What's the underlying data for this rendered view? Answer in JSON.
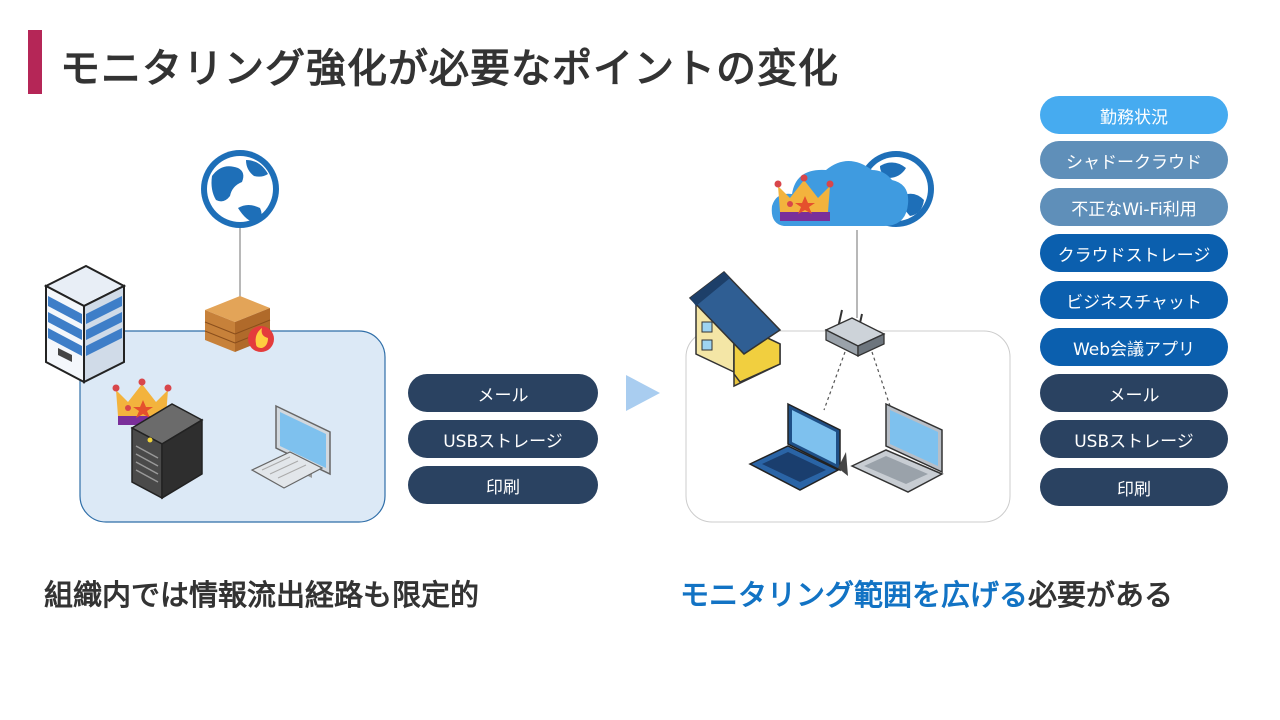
{
  "title": "モニタリング強化が必要なポイントの変化",
  "colors": {
    "accent_bar": "#b52657",
    "dark_pill": "#2a4261",
    "highlight_text": "#1273c4"
  },
  "left_tags": [
    {
      "label": "メール"
    },
    {
      "label": "USBストレージ"
    },
    {
      "label": "印刷"
    }
  ],
  "right_tags": [
    {
      "label": "勤務状況",
      "color": "#46abf0"
    },
    {
      "label": "シャドークラウド",
      "color": "#5f8fb9"
    },
    {
      "label": "不正なWi-Fi利用",
      "color": "#5f8fb9"
    },
    {
      "label": "クラウドストレージ",
      "color": "#0b5fae"
    },
    {
      "label": "ビジネスチャット",
      "color": "#0b5fae"
    },
    {
      "label": "Web会議アプリ",
      "color": "#0b5fae"
    },
    {
      "label": "メール",
      "color": "#2a4261"
    },
    {
      "label": "USBストレージ",
      "color": "#2a4261"
    },
    {
      "label": "印刷",
      "color": "#2a4261"
    }
  ],
  "captions": {
    "left": "組織内では情報流出経路も限定的",
    "right_highlight": "モニタリング範囲を広げる",
    "right_rest": "必要がある"
  },
  "icons": {
    "left": [
      "globe-icon",
      "firewall-icon",
      "server-rack-icon",
      "crown-icon",
      "tower-server-icon",
      "desktop-pc-icon"
    ],
    "right": [
      "cloud-icon",
      "crown-icon",
      "globe-icon",
      "house-icon",
      "wifi-router-icon",
      "laptop-icon",
      "tablet-laptop-icon"
    ],
    "center": "arrow-right-icon"
  }
}
